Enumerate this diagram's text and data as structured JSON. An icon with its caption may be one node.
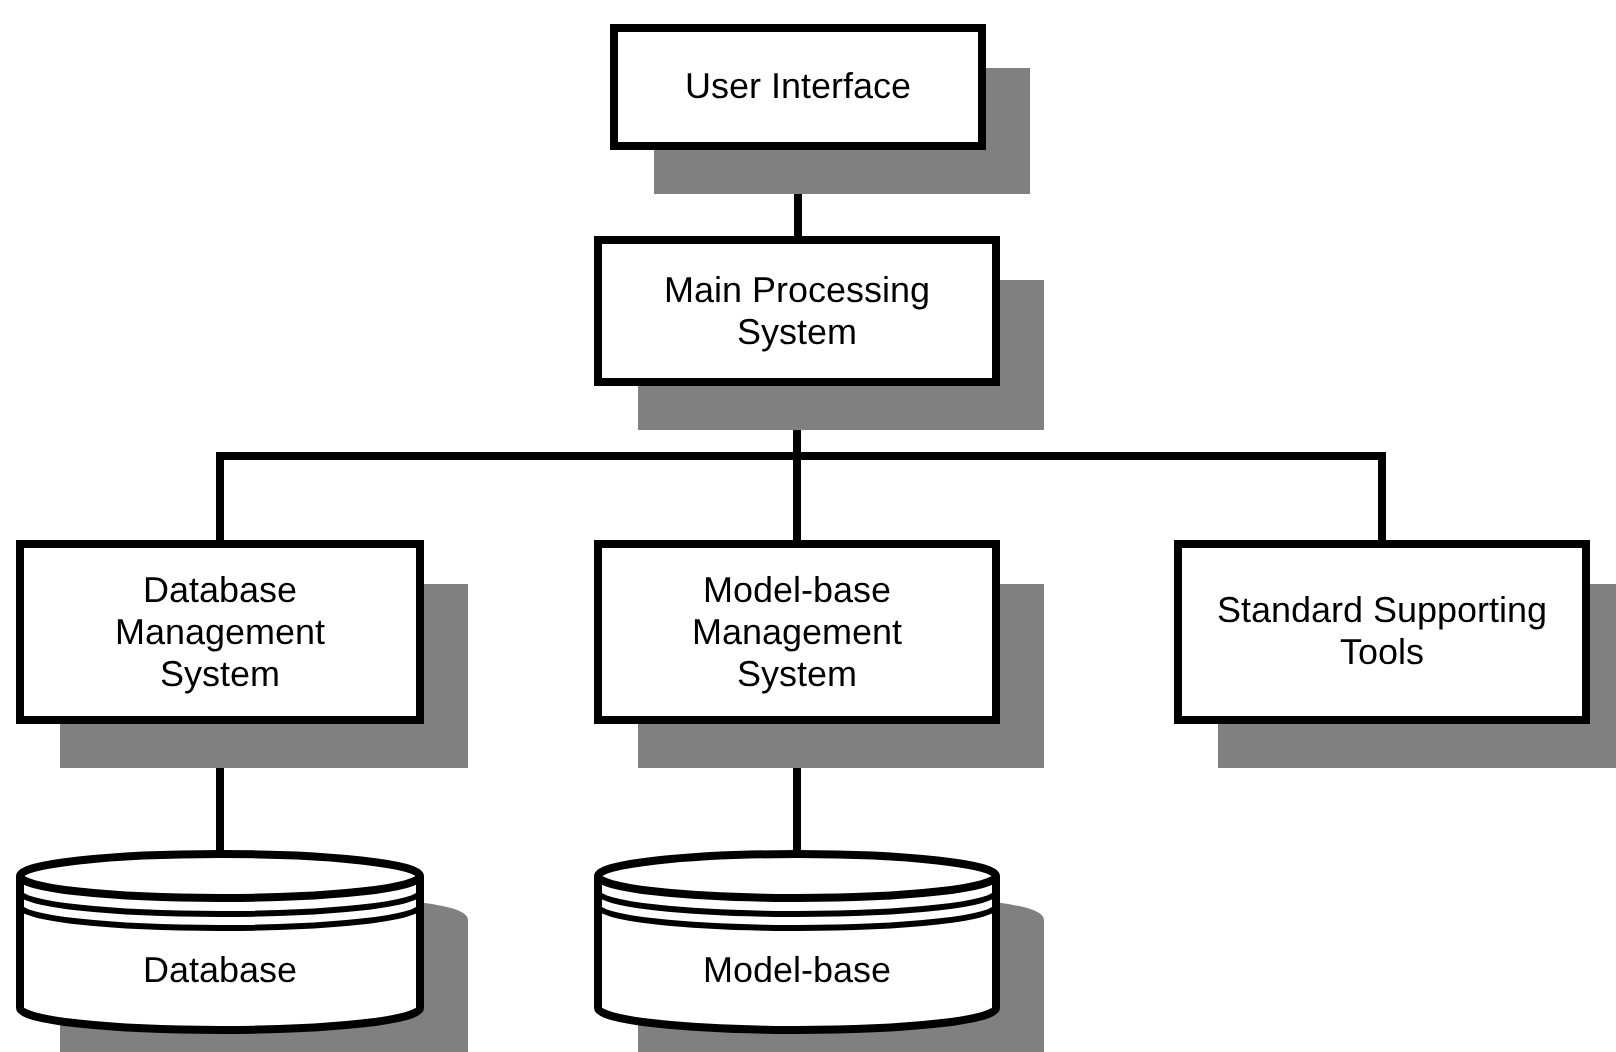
{
  "diagram": {
    "nodes": [
      {
        "text": [
          "User Interface"
        ]
      },
      {
        "text": [
          "Main Processing System"
        ]
      },
      {
        "text": [
          "Database Management System"
        ]
      },
      {
        "text": [
          "Model-base Management System"
        ]
      },
      {
        "text": [
          "Standard Supporting Tools"
        ]
      },
      {
        "text": [
          "Database"
        ]
      },
      {
        "text": [
          "Model-base"
        ]
      }
    ],
    "edges": [
      {
        "from": 0,
        "to": 1,
        "arrow": "none"
      },
      {
        "from": 1,
        "to": 2,
        "arrow": "none"
      },
      {
        "from": 1,
        "to": 3,
        "arrow": "none"
      },
      {
        "from": 1,
        "to": 4,
        "arrow": "none"
      },
      {
        "from": 2,
        "to": 5,
        "arrow": "none"
      },
      {
        "from": 3,
        "to": 6,
        "arrow": "none"
      }
    ]
  }
}
